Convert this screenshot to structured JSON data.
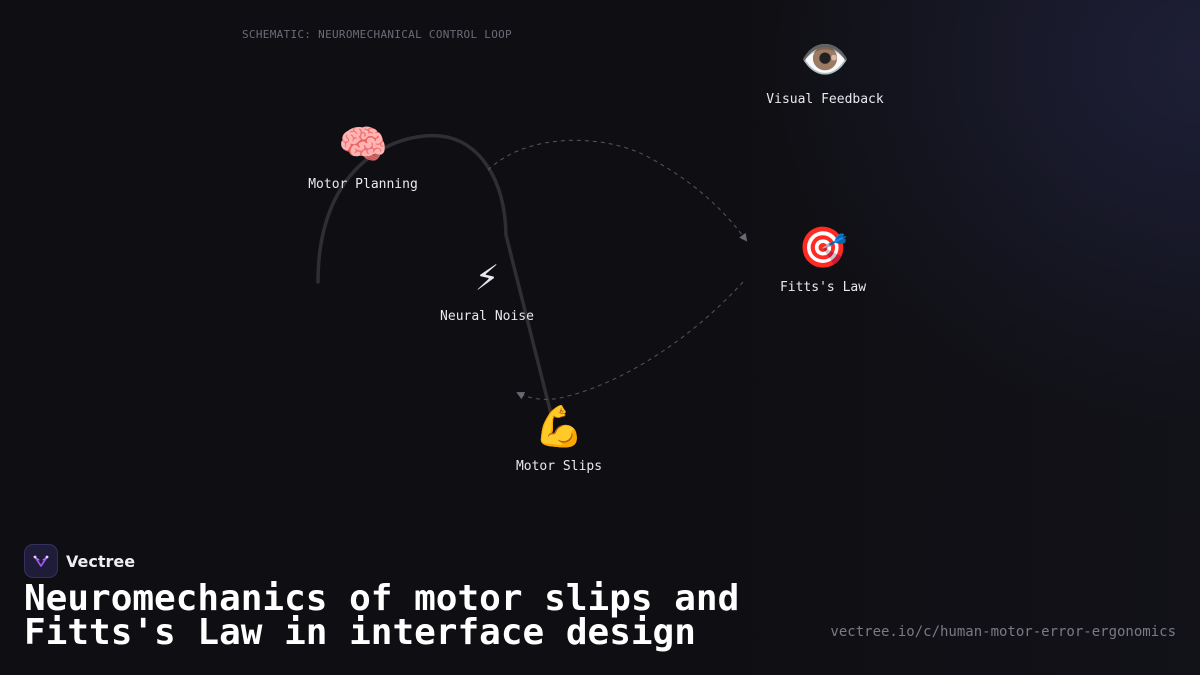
{
  "diagram": {
    "caption": "SCHEMATIC: NEUROMECHANICAL CONTROL LOOP",
    "nodes": [
      {
        "id": "visual-feedback",
        "label": "Visual Feedback",
        "icon": "eye-icon",
        "glyph": "👁️"
      },
      {
        "id": "motor-planning",
        "label": "Motor Planning",
        "icon": "brain-icon",
        "glyph": "🧠"
      },
      {
        "id": "neural-noise",
        "label": "Neural Noise",
        "icon": "lightning-icon",
        "glyph": "⚡"
      },
      {
        "id": "fitts-law",
        "label": "Fitts's Law",
        "icon": "target-icon",
        "glyph": "🎯"
      },
      {
        "id": "motor-slips",
        "label": "Motor Slips",
        "icon": "flexed-arm-icon",
        "glyph": "💪"
      }
    ],
    "connections": [
      {
        "from": "motor-planning",
        "to": "neural-noise",
        "style": "solid"
      },
      {
        "from": "neural-noise",
        "to": "motor-slips",
        "style": "solid"
      },
      {
        "from": "motor-planning",
        "to": "fitts-law",
        "style": "dashed"
      },
      {
        "from": "fitts-law",
        "to": "motor-slips",
        "style": "dashed"
      }
    ]
  },
  "brand": {
    "name": "Vectree",
    "logo_icon": "vectree-logo-icon",
    "accent_color": "#a855f7"
  },
  "headline": "Neuromechanics of motor slips and Fitts's Law in interface design",
  "url": "vectree.io/c/human-motor-error-ergonomics",
  "colors": {
    "background": "#0f0f13",
    "solid_line": "#2e2e33",
    "dashed_line": "#55555e",
    "caption": "#6b6b78"
  }
}
